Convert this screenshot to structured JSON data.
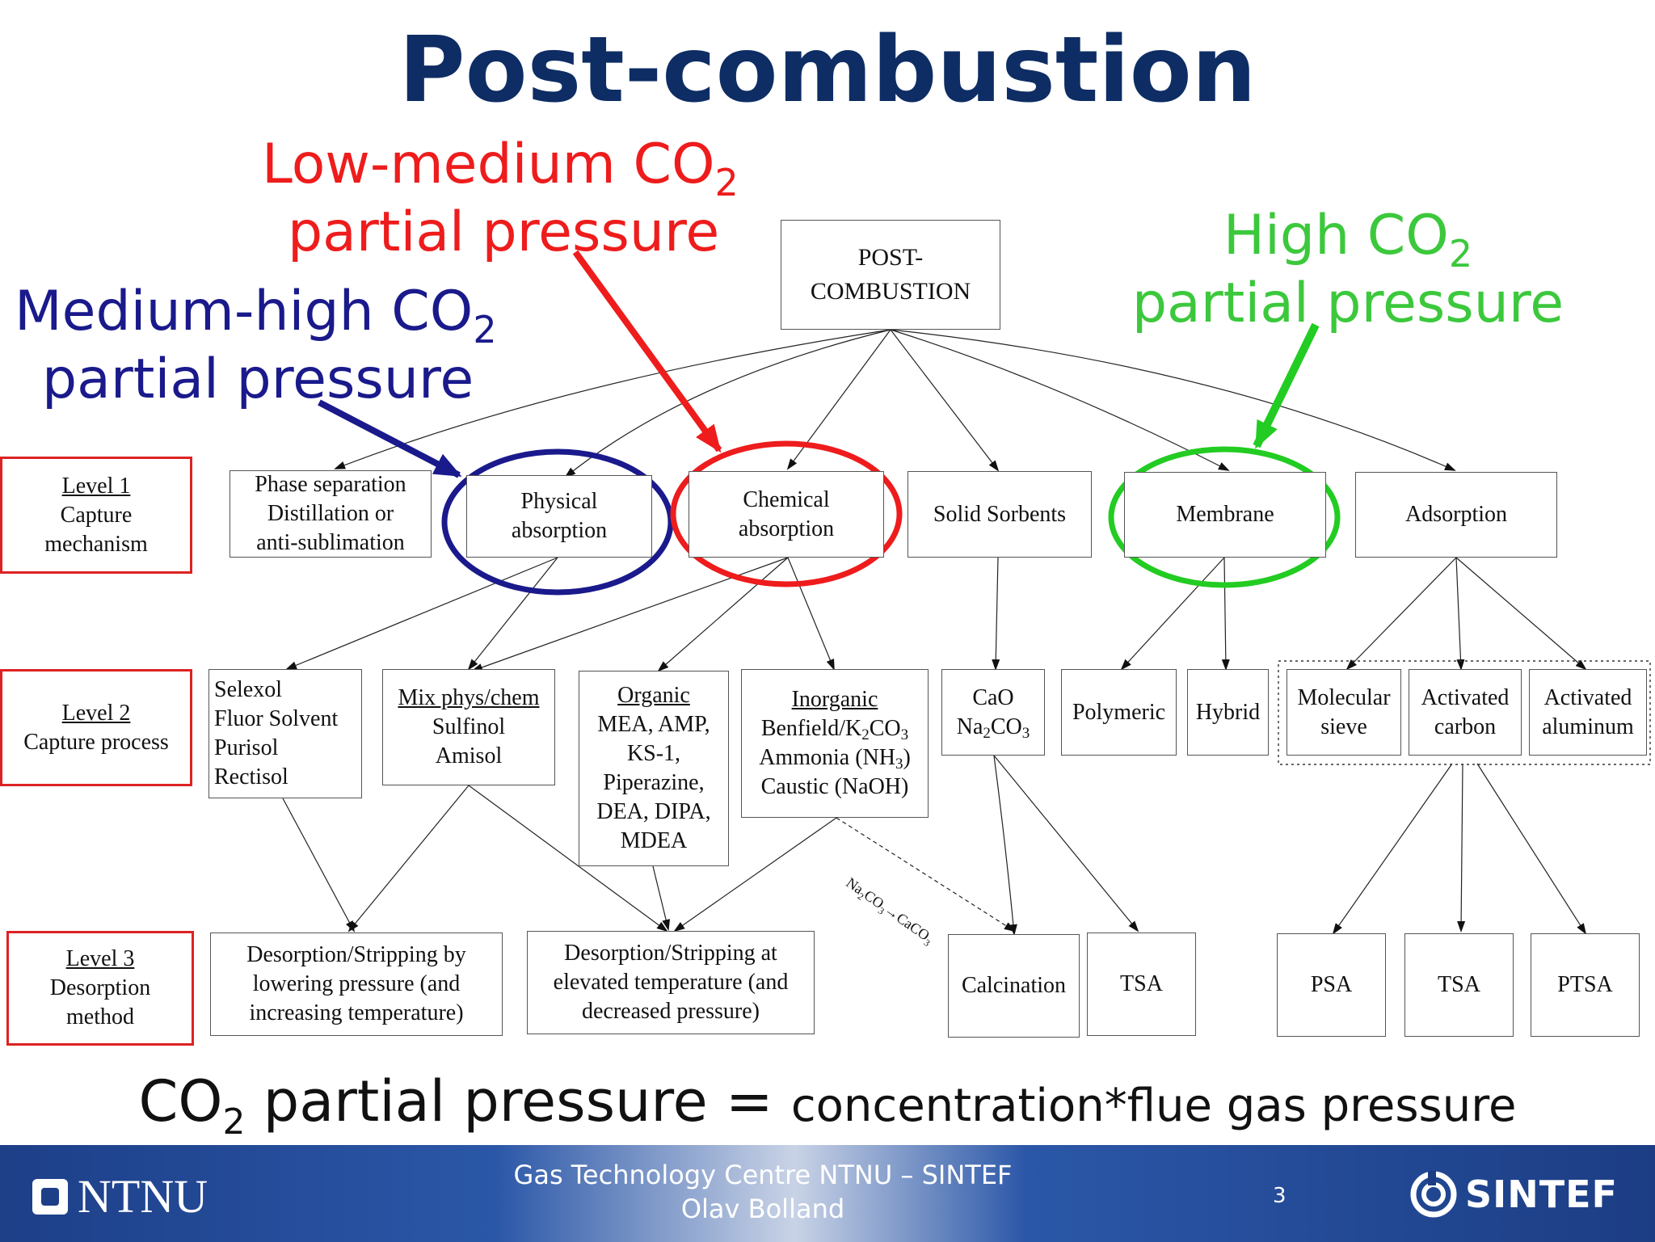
{
  "title": "Post-combustion",
  "annotations": {
    "low_medium": {
      "line1": "Low-medium CO",
      "sub": "2",
      "line2": "partial pressure",
      "color": "#ee1c1c"
    },
    "medium_high": {
      "line1": "Medium-high CO",
      "sub": "2",
      "line2": "partial pressure",
      "color": "#1a1a8c"
    },
    "high": {
      "line1": "High CO",
      "sub": "2",
      "line2": "partial pressure",
      "color": "#3cc83c"
    }
  },
  "colors": {
    "title": "#0e2d64",
    "level_border": "#dd2222"
  },
  "root": {
    "line1": "POST-",
    "line2": "COMBUSTION"
  },
  "levels": [
    {
      "name": "Level 1",
      "l2": "Capture",
      "l3": "mechanism"
    },
    {
      "name": "Level 2",
      "l2": "Capture process"
    },
    {
      "name": "Level 3",
      "l2": "Desorption",
      "l3": "method"
    }
  ],
  "level1": {
    "phase": [
      "Phase separation",
      "Distillation or",
      "anti-sublimation"
    ],
    "physical": [
      "Physical",
      "absorption"
    ],
    "chemical": [
      "Chemical",
      "absorption"
    ],
    "sorbents": "Solid Sorbents",
    "membrane": "Membrane",
    "adsorption": "Adsorption"
  },
  "level2": {
    "selexol": [
      "Selexol",
      "Fluor Solvent",
      "Purisol",
      "Rectisol"
    ],
    "mix": {
      "head": "Mix phys/chem",
      "l2": "Sulfinol",
      "l3": "Amisol"
    },
    "organic": {
      "head": "Organic",
      "lines": [
        "MEA, AMP,",
        "KS-1,",
        "Piperazine,",
        "DEA, DIPA,",
        "MDEA"
      ]
    },
    "inorganic": {
      "head": "Inorganic",
      "l2a": "Benfield/K",
      "l2b": "2",
      "l2c": "CO",
      "l2d": "3",
      "l3a": "Ammonia (NH",
      "l3b": "3",
      "l3c": ")",
      "l4": "Caustic (NaOH)"
    },
    "cao": {
      "l1": "CaO",
      "l2a": "Na",
      "l2b": "2",
      "l2c": "CO",
      "l2d": "3"
    },
    "polymeric": "Polymeric",
    "hybrid": "Hybrid",
    "molecular": [
      "Molecular",
      "sieve"
    ],
    "carbon": [
      "Activated",
      "carbon"
    ],
    "aluminum": [
      "Activated",
      "aluminum"
    ]
  },
  "level3": {
    "desorp_low": [
      "Desorption/Stripping by",
      "lowering pressure (and",
      "increasing temperature)"
    ],
    "desorp_high": [
      "Desorption/Stripping at",
      "elevated temperature (and",
      "decreased pressure)"
    ],
    "calcination": "Calcination",
    "tsa1": "TSA",
    "psa": "PSA",
    "tsa2": "TSA",
    "ptsa": "PTSA"
  },
  "edge_label": {
    "a": "Na",
    "b": "2",
    "c": "CO",
    "d": "3",
    "e": "→CaCO",
    "f": "3"
  },
  "formula": {
    "co": "CO",
    "sub": "2",
    "mid": " partial pressure = ",
    "rest": "concentration*flue gas pressure"
  },
  "footer": {
    "logo_left": "NTNU",
    "center1": "Gas Technology Centre NTNU – SINTEF",
    "center2": "Olav Bolland",
    "page": "3",
    "logo_right": "SINTEF"
  }
}
